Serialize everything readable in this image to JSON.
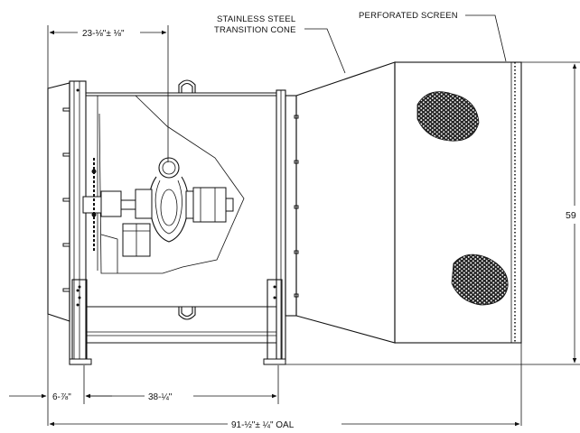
{
  "labels": {
    "cone_line1": "STAINLESS STEEL",
    "cone_line2": "TRANSITION CONE",
    "screen": "PERFORATED SCREEN"
  },
  "dimensions": {
    "shaft_offset": "23-⅛\"± ⅛\"",
    "height": "59",
    "flange": "6-⅞\"",
    "base_length": "38-¼\"",
    "overall_length": "91-½\"± ¼\" OAL"
  },
  "colors": {
    "line": "#111111",
    "background": "#ffffff"
  }
}
